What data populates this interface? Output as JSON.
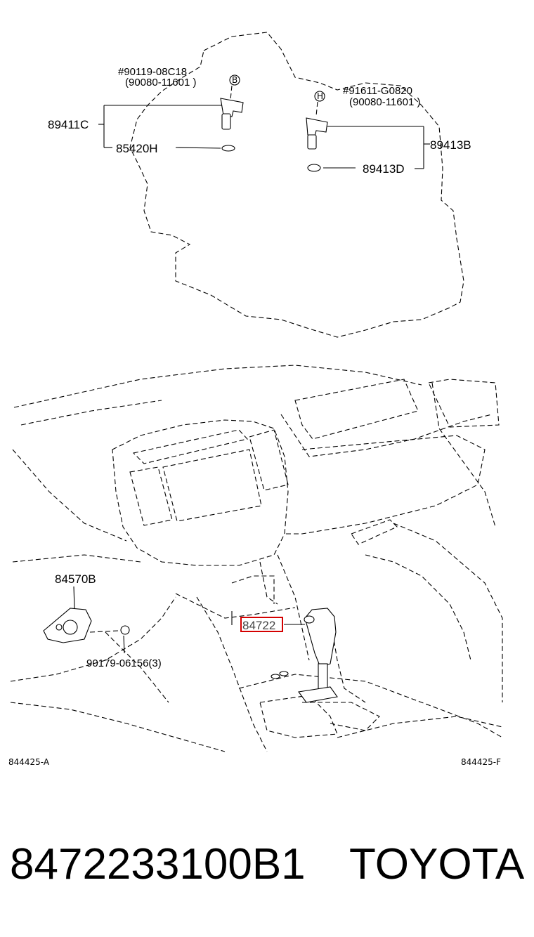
{
  "diagram": {
    "top_labels": {
      "bolt_left": "#90119-08C18",
      "bolt_left_alt": "(90080-11601 )",
      "bolt_right": "#91611-G0820",
      "bolt_right_alt": "(90080-11601 )",
      "sensor_left": "89411C",
      "washer_left": "85420H",
      "sensor_right": "89413B",
      "washer_right": "89413D",
      "bolt_left_marker": "B",
      "bolt_right_marker": "H"
    },
    "bottom_labels": {
      "switch": "84570B",
      "clip": "90179-06156(3)",
      "highlight": "84722"
    },
    "codes": {
      "left": "844425-A",
      "right": "844425-F"
    },
    "highlight_color": "#d40000"
  },
  "footer": {
    "part_number": "8472233100B1",
    "brand": "TOYOTA"
  }
}
